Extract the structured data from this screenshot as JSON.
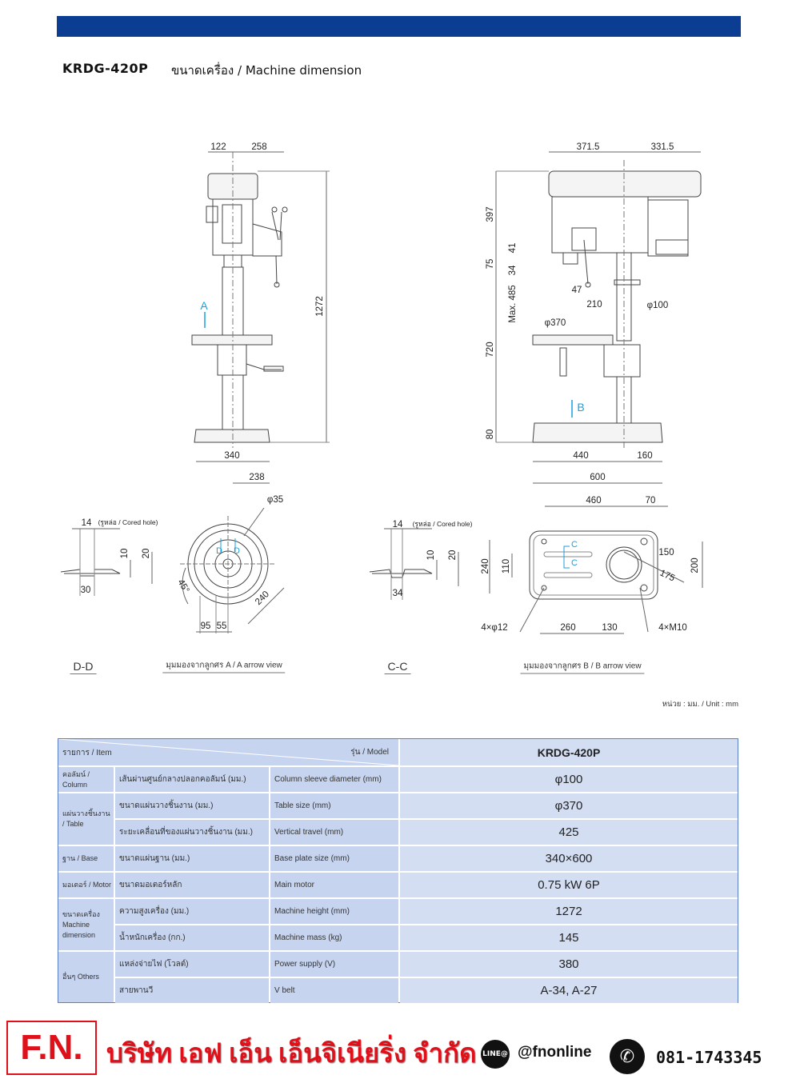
{
  "header": {
    "model": "KRDG-420P",
    "title": "ขนาดเครื่อง / Machine dimension"
  },
  "front_view": {
    "labels": [
      "122",
      "258",
      "1272",
      "A",
      "340",
      "238"
    ]
  },
  "side_view": {
    "labels": [
      "371.5",
      "331.5",
      "397",
      "75",
      "41",
      "34",
      "Max. 485",
      "47",
      "210",
      "φ100",
      "φ370",
      "720",
      "B",
      "80",
      "440",
      "160",
      "600"
    ]
  },
  "dd_section": {
    "labels": [
      "14",
      "(รูหล่อ / Cored hole)",
      "10",
      "20",
      "30"
    ],
    "caption": "D-D"
  },
  "a_view": {
    "labels": [
      "φ35",
      "45°",
      "240",
      "95",
      "55",
      "D",
      "D"
    ],
    "caption": "มุมมองจากลูกศร A / A arrow view"
  },
  "cc_section": {
    "labels": [
      "14",
      "(รูหล่อ / Cored hole)",
      "10",
      "20",
      "34"
    ],
    "caption": "C-C"
  },
  "b_view": {
    "labels": [
      "460",
      "70",
      "240",
      "110",
      "150",
      "175",
      "200",
      "4×φ12",
      "260",
      "130",
      "4×M10",
      "C",
      "C"
    ],
    "caption": "มุมมองจากลูกศร B / B arrow view"
  },
  "unit": "หน่วย : มม. / Unit : mm",
  "table": {
    "header_item": "รายการ / Item",
    "header_model_label": "รุ่น / Model",
    "model": "KRDG-420P",
    "categories": [
      "คอลัมน์ / Column",
      "แผ่นวางชิ้นงาน / Table",
      "ฐาน / Base",
      "มอเตอร์ / Motor",
      "ขนาดเครื่อง Machine dimension",
      "อื่นๆ Others"
    ],
    "rows": [
      {
        "th": "เส้นผ่านศูนย์กลางปลอกคอลัมน์ (มม.)",
        "en": "Column sleeve diameter (mm)",
        "value": "φ100"
      },
      {
        "th": "ขนาดแผ่นวางชิ้นงาน (มม.)",
        "en": "Table size (mm)",
        "value": "φ370"
      },
      {
        "th": "ระยะเคลื่อนที่ของแผ่นวางชิ้นงาน (มม.)",
        "en": "Vertical travel (mm)",
        "value": "425"
      },
      {
        "th": "ขนาดแผ่นฐาน (มม.)",
        "en": "Base plate size (mm)",
        "value": "340×600"
      },
      {
        "th": "ขนาดมอเตอร์หลัก",
        "en": "Main motor",
        "value": "0.75 kW 6P"
      },
      {
        "th": "ความสูงเครื่อง (มม.)",
        "en": "Machine height (mm)",
        "value": "1272"
      },
      {
        "th": "น้ำหนักเครื่อง (กก.)",
        "en": "Machine mass (kg)",
        "value": "145"
      },
      {
        "th": "แหล่งจ่ายไฟ (โวลต์)",
        "en": "Power supply (V)",
        "value": "380"
      },
      {
        "th": "สายพานวี",
        "en": "V belt",
        "value": "A-34, A-27"
      }
    ]
  },
  "footer": {
    "logo": "F.N.",
    "company": "บริษัท เอฟ เอ็น เอ็นจิเนียริ่ง จำกัด",
    "line_icon": "LINE@",
    "line_id": "@fnonline",
    "phone": "081-1743345"
  },
  "colors": {
    "bar": "#0b3e92",
    "table": "#c6d4ef",
    "brand_red": "#e0101a",
    "marker_blue": "#1a9fe0"
  }
}
